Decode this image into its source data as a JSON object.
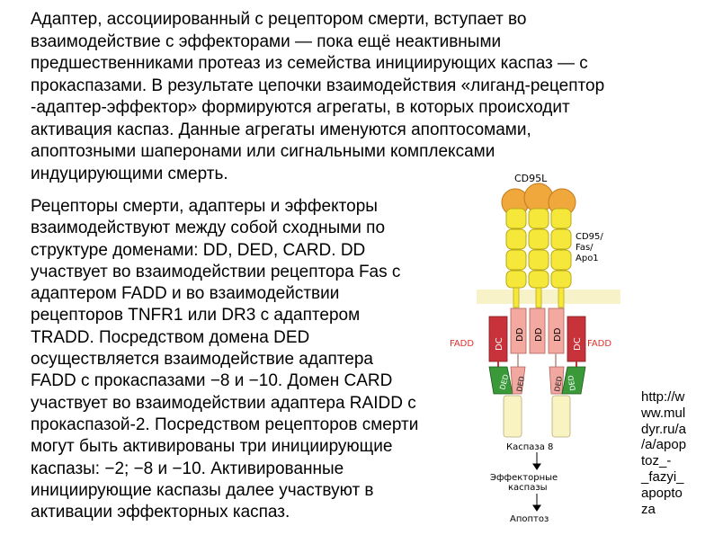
{
  "intro_lines": [
    "Адаптер, ассоциированный с рецептором смерти, вступает во",
    "взаимодействие с эффекторами — пока ещё неактивными",
    "предшественниками протеаз из семейства инициирующих каспаз — с",
    "прокаспазами. В результате цепочки взаимодействия «лиганд-рецептор",
    "-адаптер-эффектор» формируются агрегаты, в которых происходит",
    "активация каспаз. Данные агрегаты именуются апоптосомами,",
    "апоптозными шаперонами или сигнальными комплексами",
    "индуцирующими смерть."
  ],
  "body_lines": [
    "Рецепторы смерти, адаптеры и эффекторы",
    "взаимодействуют между собой сходными по",
    "структуре доменами: DD, DED, CARD. DD",
    "участвует во взаимодействии рецептора Fas с",
    "адаптером FADD и во взаимодействии",
    "рецепторов TNFR1 или DR3 с адаптером",
    "TRADD. Посредством домена DED",
    "осуществляется взаимодействие адаптера",
    "FADD с прокаспазами −8 и −10. Домен CARD",
    "участвует во взаимодействии адаптера RAIDD с",
    "прокаспазой-2. Посредством рецепторов смерти",
    "могут быть активированы три инициирующие",
    "каспазы: −2; −8 и −10. Активированные",
    "инициирующие каспазы далее участвуют в",
    "активации эффекторных каспаз."
  ],
  "url_lines": [
    "http://w",
    "ww.mul",
    "dyr.ru/a",
    "/a/apop",
    "toz_-",
    "_fazyi_",
    "apopto",
    "za"
  ],
  "diagram": {
    "ligand_label": "CD95L",
    "receptor_label": [
      "CD95/",
      "Fas/",
      "Apo1"
    ],
    "fadd_left": "FADD",
    "fadd_right": "FADD",
    "domain_dc": "DC",
    "domain_dd": "DD",
    "domain_ded": "DED",
    "caspase_label": "Каспаза 8",
    "effector_label": [
      "Эффекторные",
      "каспазы"
    ],
    "apoptosis_label": "Апоптоз",
    "colors": {
      "receptor_fill": "#f5e83a",
      "ligand_fill": "#f0a83c",
      "membrane": "#f7f2c8",
      "dd_fill": "#f3a9a0",
      "fadd_fill": "#c8323a",
      "ded_fill": "#3a9a3a",
      "caspase_fill": "#f8f3c0",
      "label_red": "#e0302a"
    }
  }
}
